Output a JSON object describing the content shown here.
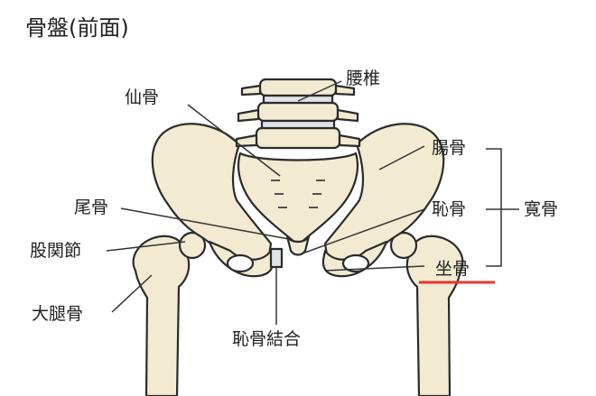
{
  "title": "骨盤(前面)",
  "labels": {
    "lumbar": "腰椎",
    "sacrum": "仙骨",
    "coccyx": "尾骨",
    "hip_joint": "股関節",
    "femur": "大腿骨",
    "pubic_symphysis": "恥骨結合",
    "ilium": "腸骨",
    "pubis": "恥骨",
    "ischium": "坐骨",
    "hip_bone": "寛骨"
  },
  "colors": {
    "bone": "#f3ead2",
    "outline": "#2b2b2b",
    "vertebra_disc": "#dfe3ea",
    "leader_line": "#333333",
    "highlight_underline": "#e8372c",
    "background": "#ffffff"
  }
}
